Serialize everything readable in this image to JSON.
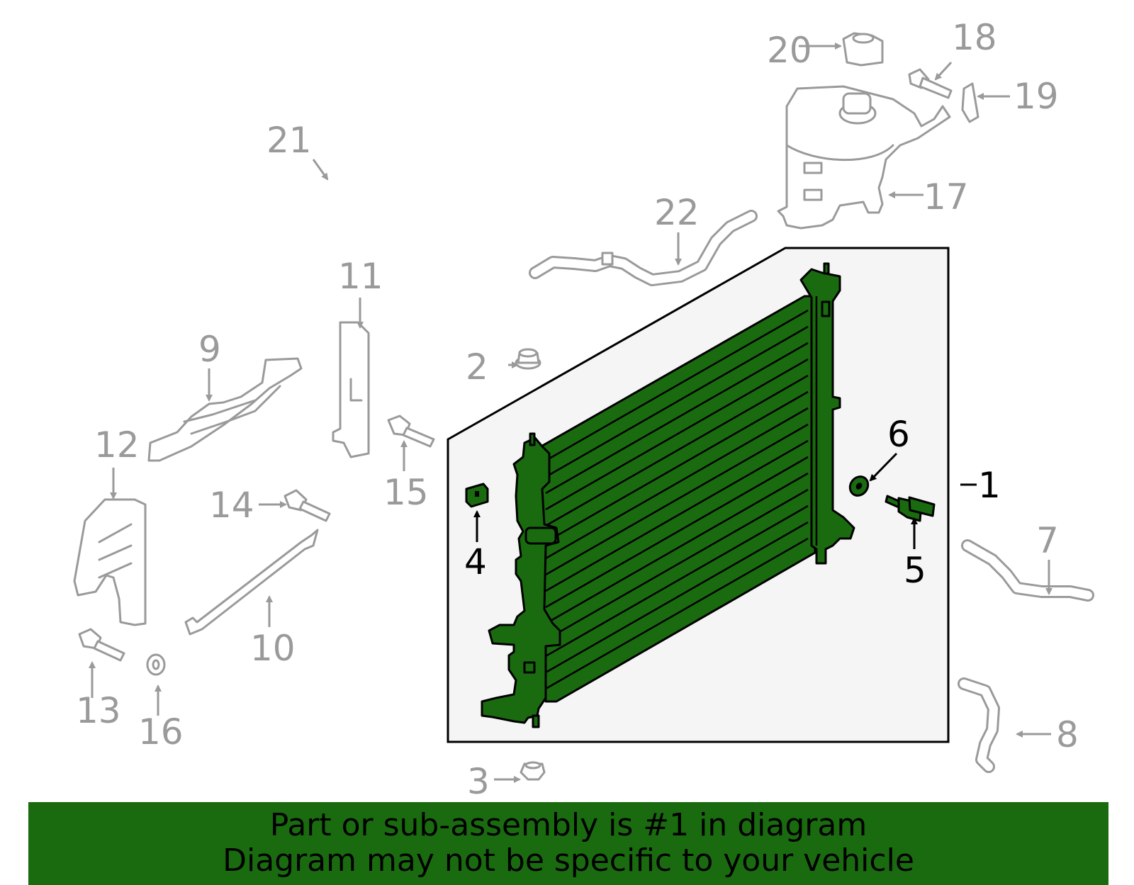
{
  "labels": {
    "l1": "1",
    "l2": "2",
    "l3": "3",
    "l4": "4",
    "l5": "5",
    "l6": "6",
    "l7": "7",
    "l8": "8",
    "l9": "9",
    "l10": "10",
    "l11": "11",
    "l12": "12",
    "l13": "13",
    "l14": "14",
    "l15": "15",
    "l16": "16",
    "l17": "17",
    "l18": "18",
    "l19": "19",
    "l20": "20",
    "l21": "21",
    "l22": "22"
  },
  "banner": {
    "line1": "Part or sub-assembly is #1 in diagram",
    "line2": "Diagram may not be specific to your vehicle"
  },
  "colors": {
    "highlight": "#1a6b10",
    "ghost": "#9a9a9a",
    "box_fill": "#f5f5f5"
  }
}
